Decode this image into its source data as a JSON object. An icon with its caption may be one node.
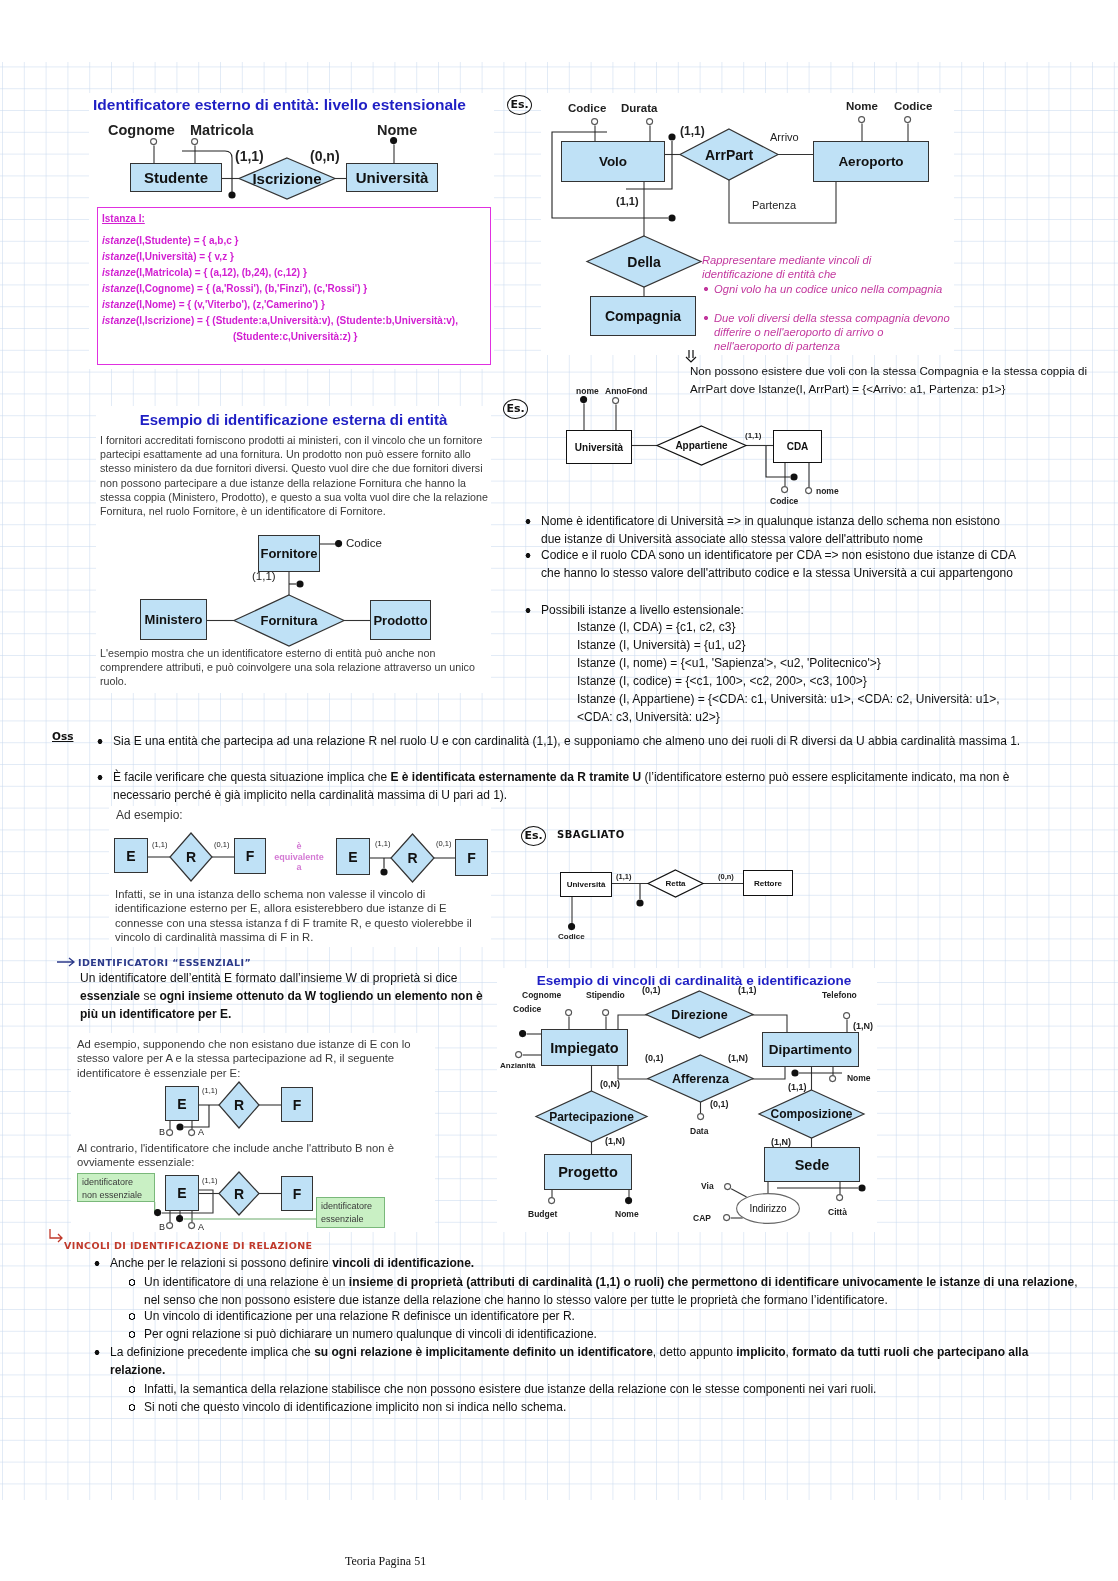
{
  "diagram": {
    "nodes": [
      {
        "text": [
          "Studente"
        ]
      },
      {
        "text": [
          "Iscrizione"
        ]
      },
      {
        "text": [
          "Università"
        ]
      },
      {
        "text": [],
        "shape": "circle",
        "beside": [
          "Cognome"
        ]
      },
      {
        "text": [],
        "shape": "circle",
        "beside": [
          "Matricola"
        ]
      },
      {
        "text": [],
        "shape": "dot",
        "beside": [
          "Nome"
        ]
      },
      {
        "text": [
          "Istanza I:",
          "*istanze*(I,Studente) = { a,b,c }",
          "*istanze*(I,Università) = { v,z }",
          "*istanze*(I,Matricola) = { (a,12), (b,24), (c,12) }",
          "*istanze*(I,Cognome) = { (a,'Rossi'), (b,'Finzi'), (c,'Rossi') }",
          "*istanze*(I,Nome) = { (v,'Viterbo'), (z,'Camerino') }",
          "*istanze*(I,Iscrizione) = { (Studente:a,Università:v), (Studente:b,Università:v), (Studente:c,Università:z) }"
        ]
      },
      {
        "text": [
          "Volo"
        ]
      },
      {
        "text": [
          "ArrPart"
        ]
      },
      {
        "text": [
          "Aeroporto"
        ]
      },
      {
        "text": [
          "Della"
        ]
      },
      {
        "text": [
          "Compagnia"
        ]
      },
      {
        "text": [],
        "shape": "circle",
        "beside": [
          "Codice"
        ]
      },
      {
        "text": [],
        "shape": "circle",
        "beside": [
          "Durata"
        ]
      },
      {
        "text": [],
        "shape": "circle",
        "beside": [
          "Nome"
        ]
      },
      {
        "text": [],
        "shape": "circle",
        "beside": [
          "Codice"
        ]
      },
      {
        "text": [
          "Università"
        ]
      },
      {
        "text": [
          "Appartiene"
        ]
      },
      {
        "text": [
          "CDA"
        ]
      },
      {
        "text": [],
        "shape": "dot",
        "beside": [
          "nome"
        ]
      },
      {
        "text": [],
        "shape": "circle",
        "beside": [
          "AnnoFond"
        ]
      },
      {
        "text": [],
        "shape": "circle",
        "beside": [
          "Codice"
        ]
      },
      {
        "text": [],
        "shape": "circle",
        "beside": [
          "nome"
        ]
      },
      {
        "text": [
          "Fornitore"
        ]
      },
      {
        "text": [
          "Ministero"
        ]
      },
      {
        "text": [
          "Fornitura"
        ]
      },
      {
        "text": [
          "Prodotto"
        ]
      },
      {
        "text": [],
        "shape": "dot",
        "beside": [
          "Codice"
        ]
      },
      {
        "text": [
          "E"
        ]
      },
      {
        "text": [
          "R"
        ]
      },
      {
        "text": [
          "F"
        ]
      },
      {
        "text": [
          "E"
        ]
      },
      {
        "text": [
          "R"
        ]
      },
      {
        "text": [
          "F"
        ]
      },
      {
        "text": [
          "Università"
        ]
      },
      {
        "text": [
          "Retta"
        ]
      },
      {
        "text": [
          "Rettore"
        ]
      },
      {
        "text": [],
        "shape": "dot",
        "beside": [
          "Codice"
        ]
      },
      {
        "text": [
          "E"
        ]
      },
      {
        "text": [
          "R"
        ]
      },
      {
        "text": [
          "F"
        ]
      },
      {
        "text": [],
        "shape": "circle",
        "beside": [
          "B"
        ]
      },
      {
        "text": [],
        "shape": "circle",
        "beside": [
          "A"
        ]
      },
      {
        "text": [
          "E"
        ]
      },
      {
        "text": [
          "R"
        ]
      },
      {
        "text": [
          "F"
        ]
      },
      {
        "text": [],
        "shape": "circle",
        "beside": [
          "B"
        ]
      },
      {
        "text": [],
        "shape": "circle",
        "beside": [
          "A"
        ]
      },
      {
        "text": [
          "identificatore non essenziale"
        ]
      },
      {
        "text": [
          "identificatore essenziale"
        ]
      },
      {
        "text": [],
        "shape": "dot"
      },
      {
        "text": [],
        "shape": "dot"
      },
      {
        "text": [
          "Impiegato"
        ]
      },
      {
        "text": [
          "Direzione"
        ]
      },
      {
        "text": [
          "Dipartimento"
        ]
      },
      {
        "text": [
          "Afferenza"
        ]
      },
      {
        "text": [
          "Partecipazione"
        ]
      },
      {
        "text": [
          "Composizione"
        ]
      },
      {
        "text": [
          "Progetto"
        ]
      },
      {
        "text": [
          "Sede"
        ]
      },
      {
        "text": [
          "Indirizzo"
        ]
      },
      {
        "text": [],
        "shape": "circle",
        "beside": [
          "Cognome"
        ]
      },
      {
        "text": [],
        "shape": "circle",
        "beside": [
          "Stipendio"
        ]
      },
      {
        "text": [],
        "shape": "dot",
        "beside": [
          "Codice"
        ]
      },
      {
        "text": [],
        "shape": "circle",
        "beside": [
          "Anzianità"
        ]
      },
      {
        "text": [],
        "shape": "circle",
        "beside": [
          "Telefono"
        ]
      },
      {
        "text": [],
        "shape": "circle",
        "beside": [
          "Nome"
        ]
      },
      {
        "text": [],
        "shape": "circle",
        "beside": [
          "Data"
        ]
      },
      {
        "text": [],
        "shape": "circle",
        "beside": [
          "Budget"
        ]
      },
      {
        "text": [],
        "shape": "dot",
        "beside": [
          "Nome"
        ]
      },
      {
        "text": [],
        "shape": "circle",
        "beside": [
          "Via"
        ]
      },
      {
        "text": [],
        "shape": "circle",
        "beside": [
          "CAP"
        ]
      },
      {
        "text": [],
        "shape": "circle",
        "beside": [
          "Città"
        ]
      }
    ],
    "edges": [
      {
        "from": 0,
        "to": 1,
        "arrow": "none",
        "label": "(1,1)"
      },
      {
        "from": 1,
        "to": 2,
        "arrow": "none",
        "label": "(0,n)"
      },
      {
        "from": 0,
        "to": 3,
        "arrow": "none"
      },
      {
        "from": 0,
        "to": 4,
        "arrow": "none"
      },
      {
        "from": 2,
        "to": 5,
        "arrow": "none"
      },
      {
        "from": 7,
        "to": 8,
        "arrow": "none",
        "label": "(1,1)"
      },
      {
        "from": 8,
        "to": 9,
        "arrow": "none",
        "label": "Arrivo"
      },
      {
        "from": 8,
        "to": 9,
        "arrow": "none",
        "label": "Partenza"
      },
      {
        "from": 7,
        "to": 10,
        "arrow": "none",
        "label": "(1,1)"
      },
      {
        "from": 10,
        "to": 11,
        "arrow": "none"
      },
      {
        "from": 7,
        "to": 12,
        "arrow": "none"
      },
      {
        "from": 7,
        "to": 13,
        "arrow": "none"
      },
      {
        "from": 9,
        "to": 14,
        "arrow": "none"
      },
      {
        "from": 9,
        "to": 15,
        "arrow": "none"
      },
      {
        "from": 16,
        "to": 17,
        "arrow": "none"
      },
      {
        "from": 17,
        "to": 18,
        "arrow": "none",
        "label": "(1,1)"
      },
      {
        "from": 16,
        "to": 19,
        "arrow": "none"
      },
      {
        "from": 16,
        "to": 20,
        "arrow": "none"
      },
      {
        "from": 18,
        "to": 21,
        "arrow": "none"
      },
      {
        "from": 18,
        "to": 22,
        "arrow": "none"
      },
      {
        "from": 23,
        "to": 25,
        "arrow": "none",
        "label": "(1,1)"
      },
      {
        "from": 24,
        "to": 25,
        "arrow": "none"
      },
      {
        "from": 25,
        "to": 26,
        "arrow": "none"
      },
      {
        "from": 23,
        "to": 27,
        "arrow": "none"
      },
      {
        "from": 28,
        "to": 29,
        "arrow": "none",
        "label": "(1,1)"
      },
      {
        "from": 29,
        "to": 30,
        "arrow": "none",
        "label": "(0,1)"
      },
      {
        "from": 31,
        "to": 32,
        "arrow": "none",
        "label": "(1,1)"
      },
      {
        "from": 32,
        "to": 33,
        "arrow": "none",
        "label": "(0,1)"
      },
      {
        "from": 34,
        "to": 35,
        "arrow": "none",
        "label": "(1,1)"
      },
      {
        "from": 35,
        "to": 36,
        "arrow": "none",
        "label": "(0,n)"
      },
      {
        "from": 34,
        "to": 37,
        "arrow": "none"
      },
      {
        "from": 38,
        "to": 39,
        "arrow": "none",
        "label": "(1,1)"
      },
      {
        "from": 39,
        "to": 40,
        "arrow": "none"
      },
      {
        "from": 38,
        "to": 41,
        "arrow": "none"
      },
      {
        "from": 38,
        "to": 42,
        "arrow": "none"
      },
      {
        "from": 43,
        "to": 44,
        "arrow": "none",
        "label": "(1,1)"
      },
      {
        "from": 44,
        "to": 45,
        "arrow": "none"
      },
      {
        "from": 43,
        "to": 46,
        "arrow": "none"
      },
      {
        "from": 43,
        "to": 47,
        "arrow": "none"
      },
      {
        "from": 48,
        "to": 50,
        "arrow": "none",
        "color": "#6aaa6a"
      },
      {
        "from": 49,
        "to": 51,
        "arrow": "none",
        "color": "#6aaa6a"
      },
      {
        "from": 52,
        "to": 53,
        "arrow": "none",
        "label": "(0,1)"
      },
      {
        "from": 53,
        "to": 54,
        "arrow": "none",
        "label": "(1,1)"
      },
      {
        "from": 52,
        "to": 55,
        "arrow": "none",
        "label": "(0,1)"
      },
      {
        "from": 55,
        "to": 54,
        "arrow": "none",
        "label": "(1,N)"
      },
      {
        "from": 52,
        "to": 56,
        "arrow": "none",
        "label": "(0,N)"
      },
      {
        "from": 56,
        "to": 58,
        "arrow": "none",
        "label": "(1,N)"
      },
      {
        "from": 54,
        "to": 57,
        "arrow": "none",
        "label": "(1,1)"
      },
      {
        "from": 57,
        "to": 59,
        "arrow": "none",
        "label": "(1,N)"
      },
      {
        "from": 59,
        "to": 60,
        "arrow": "none"
      },
      {
        "from": 52,
        "to": 61,
        "arrow": "none"
      },
      {
        "from": 52,
        "to": 62,
        "arrow": "none"
      },
      {
        "from": 52,
        "to": 63,
        "arrow": "none"
      },
      {
        "from": 52,
        "to": 64,
        "arrow": "none"
      },
      {
        "from": 54,
        "to": 65,
        "arrow": "none",
        "label": "(1,N)"
      },
      {
        "from": 54,
        "to": 66,
        "arrow": "none"
      },
      {
        "from": 55,
        "to": 67,
        "arrow": "none",
        "label": "(0,1)"
      },
      {
        "from": 58,
        "to": 68,
        "arrow": "none"
      },
      {
        "from": 58,
        "to": 69,
        "arrow": "none"
      },
      {
        "from": 60,
        "to": 70,
        "arrow": "none"
      },
      {
        "from": 60,
        "to": 71,
        "arrow": "none"
      },
      {
        "from": 59,
        "to": 72,
        "arrow": "none"
      },
      {
        "from": 43,
        "to": 50,
        "arrow": "none"
      },
      {
        "from": 43,
        "to": 51,
        "arrow": "none"
      }
    ],
    "labels": [
      "Identificatore esterno di entità: livello estensionale",
      "Es.",
      "Rappresentare mediante vincoli di identificazione di entità che",
      "Ogni volo ha un codice unico nella compagnia",
      "Due voli diversi della stessa compagnia devono differire o nell'aeroporto di arrivo o nell'aeroporto di partenza",
      "Non possono esistere due voli con la stessa Compagnia e la stessa coppia di ArrPart dove Istanze(I, ArrPart) = {<Arrivo: a1, Partenza: p1>}",
      "Es.",
      "Esempio di identificazione esterna di entità",
      "I fornitori accreditati forniscono prodotti ai ministeri, con il vincolo che un fornitore partecipi esattamente ad una fornitura. Un prodotto non può essere fornito allo stesso ministero da due fornitori diversi. Questo vuol dire che due fornitori diversi non possono partecipare a due istanze della relazione Fornitura che hanno la stessa coppia (Ministero, Prodotto), e questo a sua volta vuol dire che la relazione Fornitura, nel ruolo Fornitore, è un identificatore di Fornitore.",
      "Nome è identificatore di Università => in qualunque istanza dello schema non esistono due istanze di Università associate allo stessa valore dell'attributo nome",
      "Codice e il ruolo CDA sono un identificatore per CDA => non esistono due istanze di CDA che hanno lo stesso valore dell'attributo codice e la stessa Università a cui appartengono",
      "Possibili istanze a livello estensionale:",
      "Istanze (I, CDA) = {c1, c2, c3}",
      "Istanze (I, Università) = {u1, u2}",
      "Istanze (I, nome) = {<u1, 'Sapienza'>, <u2, 'Politecnico'>}",
      "Istanze (I, codice) = {<c1, 100>, <c2, 200>, <c3, 100>}",
      "Istanze (I, Appartiene) = {<CDA: c1, Università: u1>, <CDA: c2, Università: u1>, <CDA: c3, Università: u2>}",
      "L'esempio mostra che un identificatore esterno di entità può anche non comprendere attributi, e può coinvolgere una sola relazione attraverso un unico ruolo.",
      "Oss",
      "Sia E una entità che partecipa ad una relazione R nel ruolo U e con cardinalità (1,1), e supponiamo che almeno uno dei ruoli di R diversi da U abbia cardinalità massima 1.",
      "È facile verificare che questa situazione implica che **E è identificata esternamente da R tramite U** (l’identificatore esterno può essere esplicitamente indicato, ma non è necessario perché è già implicito nella cardinalità massima di U pari ad 1).",
      "Ad esempio:",
      "è equivalente a",
      "Es.",
      "SBAGLIATO",
      "Infatti, se in una istanza dello schema non valesse il vincolo di identificazione esterno per E, allora esisterebbero due istanze di E connesse con una stessa istanza f di F tramite R, e questo violerebbe il vincolo di cardinalità massima di F in R.",
      "IDENTIFICATORI “ESSENZIALI”",
      "Un identificatore dell’entità E formato dall’insieme W di proprietà si dice **essenziale** se **ogni insieme ottenuto da W togliendo un elemento non è più un identificatore per E.**",
      "Esempio di vincoli di cardinalità e identificazione",
      "Ad esempio, supponendo che non esistano due istanze di E con lo stesso valore per A e la stessa partecipazione ad R, il seguente identificatore è essenziale per E:",
      "Al contrario, l'identificatore che include anche l'attributo B non è ovviamente essenziale:",
      "VINCOLI DI IDENTIFICAZIONE DI RELAZIONE",
      "Anche per le relazioni si possono definire **vincoli di identificazione.**",
      "Un identificatore di una relazione è un **insieme di proprietà (attributi di cardinalità (1,1) o ruoli) che permettono di identificare univocamente le istanze di una relazione**, nel senso che non possono esistere due istanze della relazione che hanno lo stesso valore per tutte le proprietà che formano l’identificatore.",
      "Un vincolo di identificazione per una relazione R definisce un identificatore per R.",
      "Per ogni relazione si può dichiarare un numero qualunque di vincoli di identificazione.",
      "La definizione precedente implica che **su ogni relazione è implicitamente definito un identificatore**, detto appunto **implicito**, **formato da tutti ruoli che partecipano alla relazione.**",
      "Infatti, la semantica della relazione stabilisce che non possono esistere due istanze della relazione con le stesse componenti nei vari ruoli.",
      "Si noti che questo vincolo di identificazione implicito non si indica nello schema.",
      "Teoria Pagina 51"
    ]
  }
}
